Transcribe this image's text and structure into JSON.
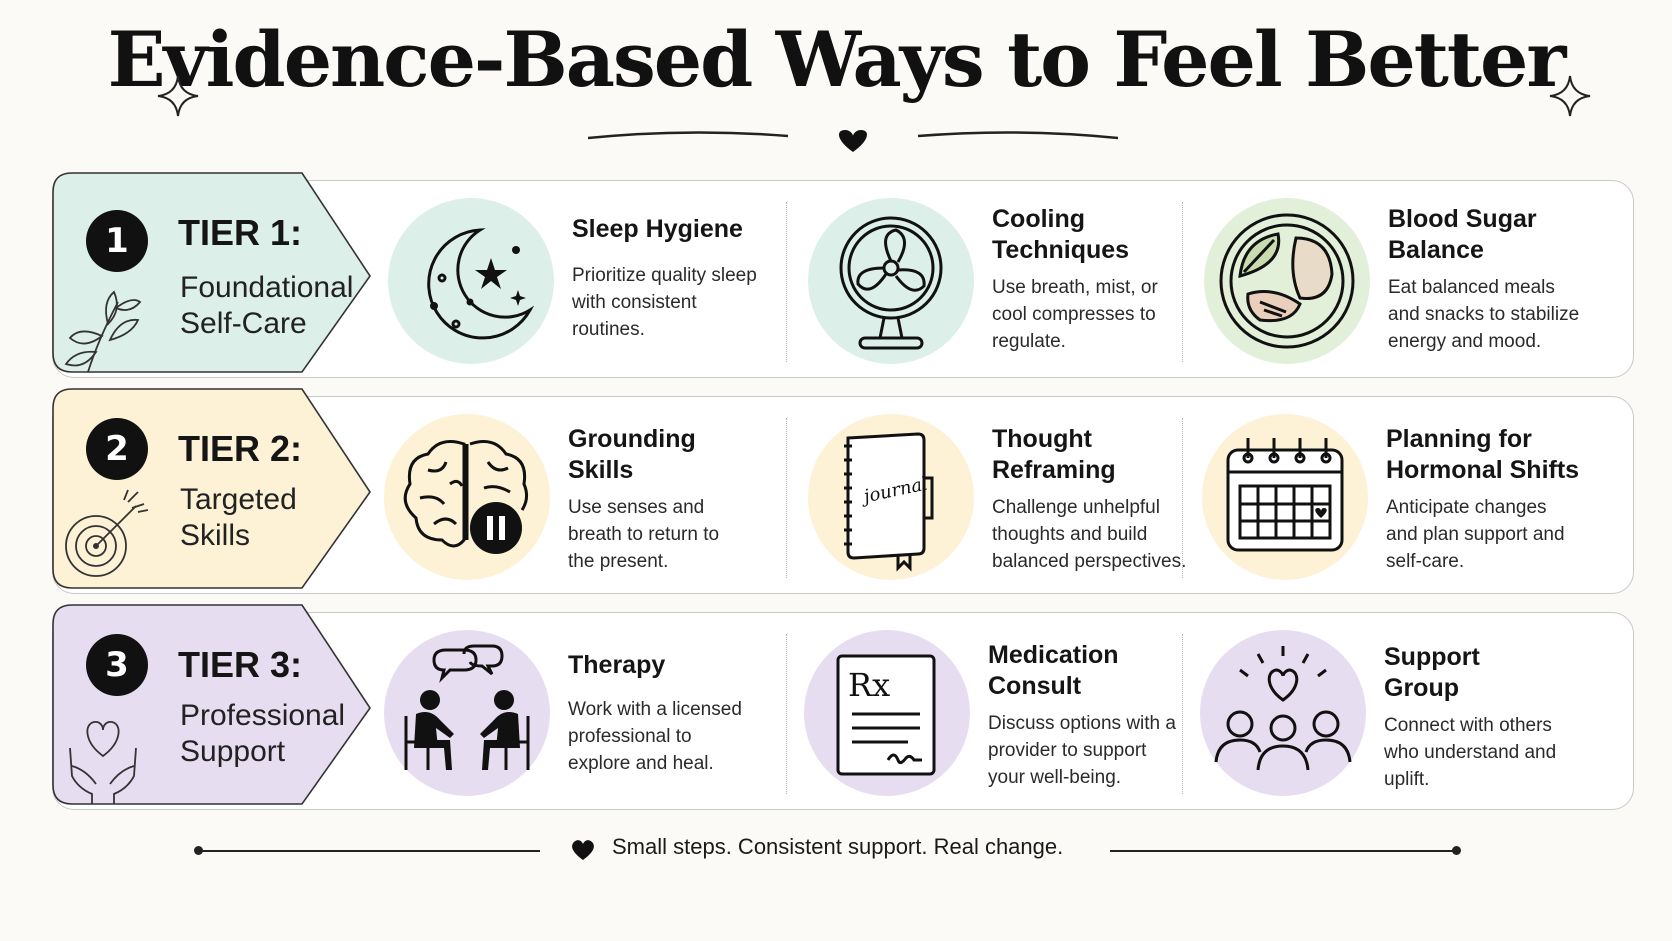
{
  "title": "Evidence-Based Ways to Feel Better",
  "colors": {
    "tier1": "#dcefe8",
    "tier2": "#fdf1d6",
    "tier3": "#e7ddf0",
    "ink": "#111111"
  },
  "tiers": [
    {
      "number": "1",
      "label": "TIER 1:",
      "subtitle_lines": [
        "Foundational",
        "Self-Care"
      ],
      "icon": "leaf-sprig-icon",
      "items": [
        {
          "title": "Sleep Hygiene",
          "description": "Prioritize quality sleep with consistent routines.",
          "icon": "moon-stars-icon"
        },
        {
          "title": "Cooling Techniques",
          "description": "Use breath, mist, or cool compresses to regulate.",
          "icon": "fan-icon"
        },
        {
          "title": "Blood Sugar Balance",
          "description": "Eat balanced meals and snacks to stabilize energy and mood.",
          "icon": "balanced-plate-icon"
        }
      ]
    },
    {
      "number": "2",
      "label": "TIER 2:",
      "subtitle_lines": [
        "Targeted",
        "Skills"
      ],
      "icon": "target-arrow-icon",
      "items": [
        {
          "title": "Grounding Skills",
          "description": "Use senses and breath to return to the present.",
          "icon": "brain-pause-icon"
        },
        {
          "title": "Thought Reframing",
          "description": "Challenge unhelpful thoughts and build balanced perspectives.",
          "icon": "journal-icon",
          "icon_text": "journal"
        },
        {
          "title": "Planning for Hormonal Shifts",
          "description": "Anticipate changes and plan support and self-care.",
          "icon": "calendar-heart-icon"
        }
      ]
    },
    {
      "number": "3",
      "label": "TIER 3:",
      "subtitle_lines": [
        "Professional",
        "Support"
      ],
      "icon": "hands-heart-icon",
      "items": [
        {
          "title": "Therapy",
          "description": "Work with a licensed professional to explore and heal.",
          "icon": "therapy-chat-icon"
        },
        {
          "title": "Medication Consult",
          "description": "Discuss options with a provider to support your well-being.",
          "icon": "prescription-icon",
          "icon_text": "Rx"
        },
        {
          "title": "Support Group",
          "description": "Connect with others who understand and uplift.",
          "icon": "support-group-icon"
        }
      ]
    }
  ],
  "footer": {
    "text": "Small steps. Consistent support. Real change."
  }
}
